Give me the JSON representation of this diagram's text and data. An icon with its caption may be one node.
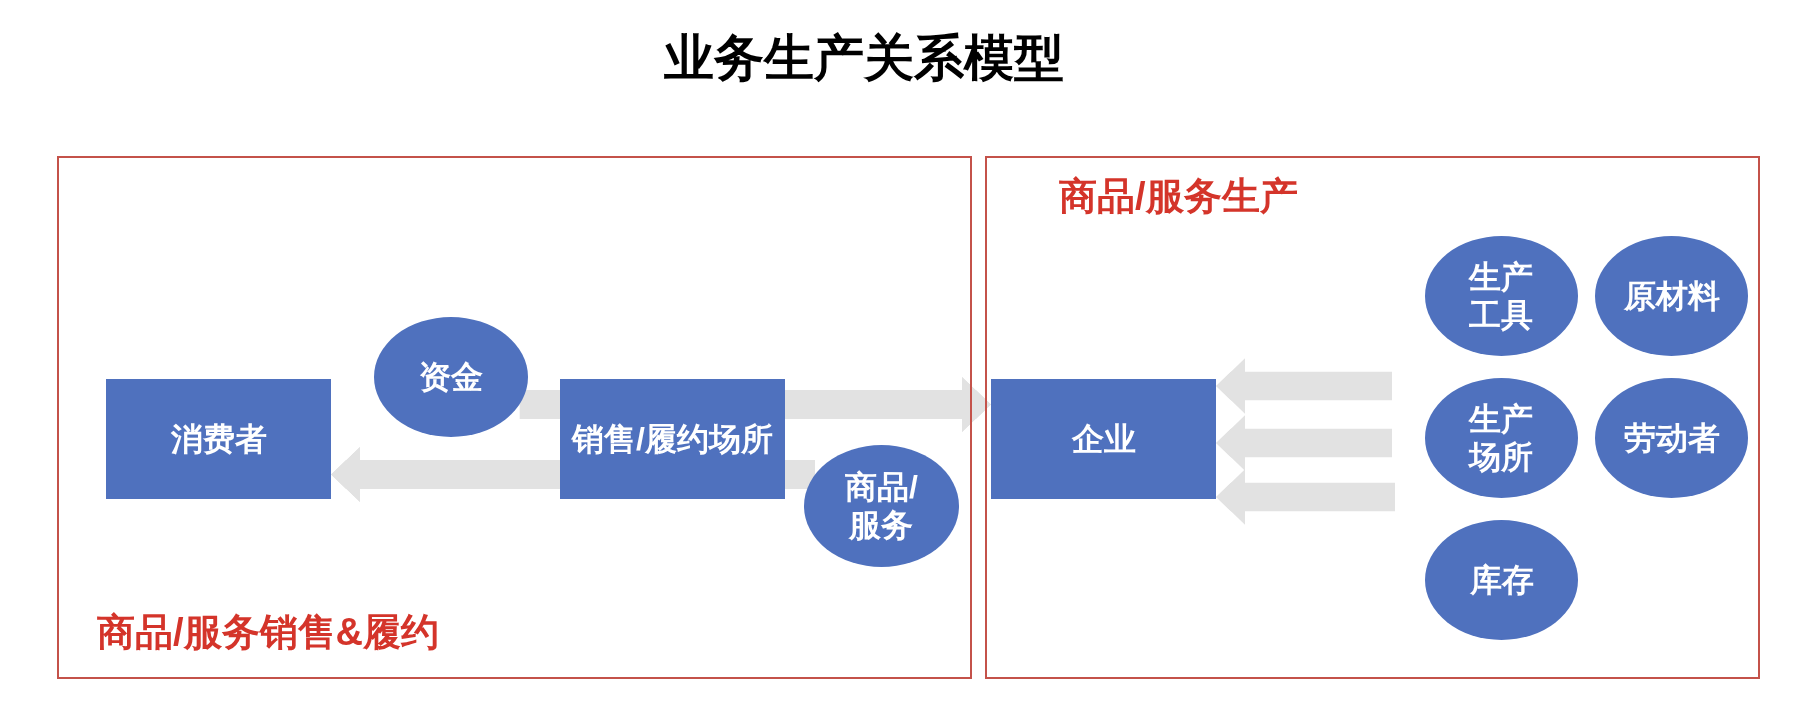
{
  "diagram": {
    "title": "业务生产关系模型",
    "nodes": [
      {
        "text": [
          "商品/服务销售&履约"
        ]
      },
      {
        "text": [
          "消费者"
        ],
        "in": 0
      },
      {
        "text": [
          "资金"
        ],
        "in": 0
      },
      {
        "text": [
          "销售/履约场所"
        ],
        "in": 0
      },
      {
        "text": [
          "商品/服务"
        ],
        "in": 0
      },
      {
        "text": [
          "商品/服务生产"
        ]
      },
      {
        "text": [
          "企业"
        ],
        "in": 5
      },
      {
        "text": [
          "生产工具"
        ],
        "in": 5
      },
      {
        "text": [
          "原材料"
        ],
        "in": 5
      },
      {
        "text": [
          "生产场所"
        ],
        "in": 5
      },
      {
        "text": [
          "劳动者"
        ],
        "in": 5
      },
      {
        "text": [
          "库存"
        ],
        "in": 5
      }
    ],
    "edges": [
      {
        "from": 2,
        "to": 3,
        "arrow": "none"
      },
      {
        "from": 3,
        "to": 6,
        "arrow": "to"
      },
      {
        "from": 4,
        "to": 3,
        "arrow": "none"
      },
      {
        "from": 3,
        "to": 1,
        "arrow": "to"
      },
      {
        "from": null,
        "to": 6,
        "arrow": "to"
      },
      {
        "from": null,
        "to": 6,
        "arrow": "to"
      },
      {
        "from": null,
        "to": 6,
        "arrow": "to"
      }
    ]
  }
}
